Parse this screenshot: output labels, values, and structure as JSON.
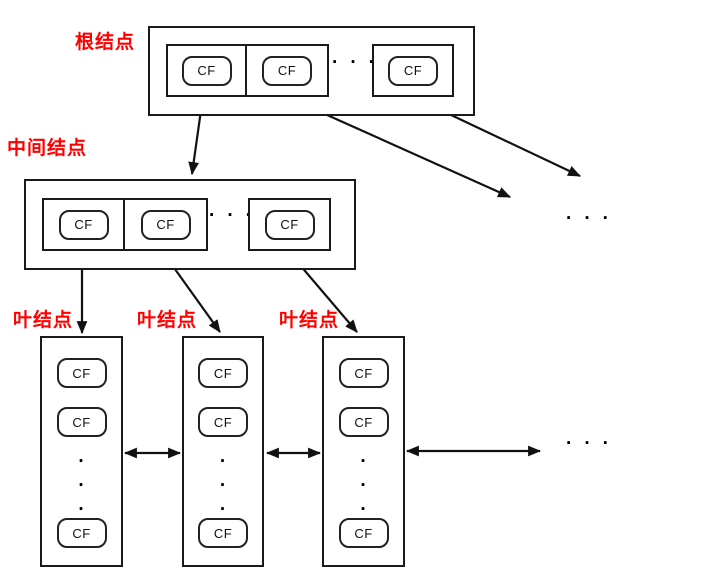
{
  "diagram": {
    "labels": {
      "root": "根结点",
      "intermediate": "中间结点",
      "leaf": "叶结点"
    },
    "cf": "CF",
    "ellipsis": "···",
    "dot": "·",
    "colors": {
      "label": "#ff0000",
      "stroke": "#1a1a1a",
      "background": "#ffffff"
    }
  }
}
